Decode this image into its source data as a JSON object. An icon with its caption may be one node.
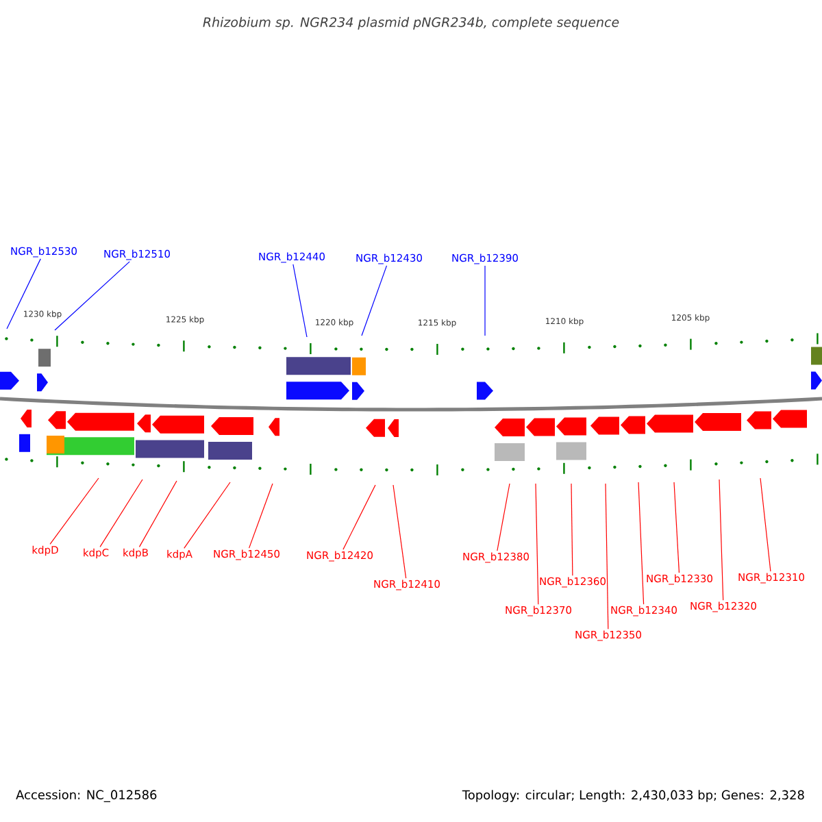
{
  "diagram": {
    "title": "Rhizobium sp. NGR234 plasmid pNGR234b, complete sequence",
    "nodes": [
      {
        "text": [
          "NGR_b12530"
        ]
      },
      {
        "text": [
          "NGR_b12510"
        ]
      },
      {
        "text": [
          "NGR_b12440"
        ]
      },
      {
        "text": [
          "NGR_b12430"
        ]
      },
      {
        "text": [
          "NGR_b12390"
        ]
      },
      {
        "text": [
          "kdpD"
        ]
      },
      {
        "text": [
          "kdpC"
        ]
      },
      {
        "text": [
          "kdpB"
        ]
      },
      {
        "text": [
          "kdpA"
        ]
      },
      {
        "text": [
          "NGR_b12450"
        ]
      },
      {
        "text": [
          "NGR_b12420"
        ]
      },
      {
        "text": [
          "NGR_b12410"
        ]
      },
      {
        "text": [
          "NGR_b12380"
        ]
      },
      {
        "text": [
          "NGR_b12370"
        ]
      },
      {
        "text": [
          "NGR_b12360"
        ]
      },
      {
        "text": [
          "NGR_b12350"
        ]
      },
      {
        "text": [
          "NGR_b12340"
        ]
      },
      {
        "text": [
          "NGR_b12330"
        ]
      },
      {
        "text": [
          "NGR_b12320"
        ]
      },
      {
        "text": [
          "NGR_b12310"
        ]
      }
    ],
    "edges": [
      {
        "from": 0,
        "to": null,
        "arrow": "none",
        "color": "#0000ff"
      },
      {
        "from": 1,
        "to": null,
        "arrow": "none",
        "color": "#0000ff"
      },
      {
        "from": 2,
        "to": null,
        "arrow": "none",
        "color": "#0000ff"
      },
      {
        "from": 3,
        "to": null,
        "arrow": "none",
        "color": "#0000ff"
      },
      {
        "from": 4,
        "to": null,
        "arrow": "none",
        "color": "#0000ff"
      },
      {
        "from": 5,
        "to": null,
        "arrow": "none"
      },
      {
        "from": 6,
        "to": null,
        "arrow": "none"
      },
      {
        "from": 7,
        "to": null,
        "arrow": "none"
      },
      {
        "from": 8,
        "to": null,
        "arrow": "none"
      },
      {
        "from": 9,
        "to": null,
        "arrow": "none"
      },
      {
        "from": 10,
        "to": null,
        "arrow": "none"
      },
      {
        "from": 11,
        "to": null,
        "arrow": "none"
      },
      {
        "from": 12,
        "to": null,
        "arrow": "none"
      },
      {
        "from": 13,
        "to": null,
        "arrow": "none"
      },
      {
        "from": 14,
        "to": null,
        "arrow": "none"
      },
      {
        "from": 15,
        "to": null,
        "arrow": "none"
      },
      {
        "from": 16,
        "to": null,
        "arrow": "none"
      },
      {
        "from": 17,
        "to": null,
        "arrow": "none"
      },
      {
        "from": 18,
        "to": null,
        "arrow": "none"
      },
      {
        "from": 19,
        "to": null,
        "arrow": "none"
      }
    ],
    "labels": [
      "1230 kbp",
      "1225 kbp",
      "1220 kbp",
      "1215 kbp",
      "1210 kbp",
      "1205 kbp",
      "Accession: NC_012586",
      "Topology: circular; Length: 2,430,033 bp; Genes: 2,328"
    ]
  }
}
